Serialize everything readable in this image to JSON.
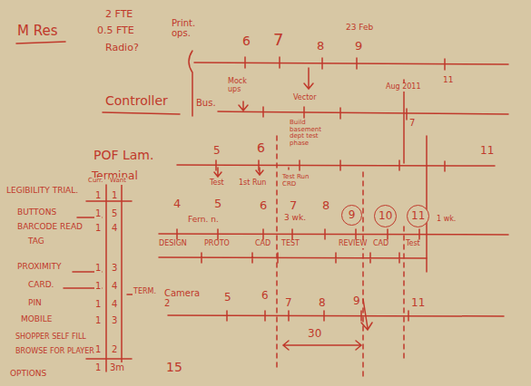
{
  "diagram": {
    "nodes": [
      {
        "text": [
          "9"
        ]
      },
      {
        "text": [
          "10"
        ]
      },
      {
        "text": [
          "11"
        ]
      }
    ],
    "labels": [
      "M Res",
      "2 FTE",
      "0.5 FTE",
      "Radio?",
      "Print. ops.",
      "6",
      "7",
      "8",
      "23 Feb",
      "9",
      "11",
      "Controller",
      "Bus.",
      "Mock ups",
      "Vector",
      "Build basement dept test phase",
      "Aug 2011",
      "7",
      "POF Lam.",
      "5",
      "6",
      "Test",
      "1st Run",
      "Test Run CRD",
      "11",
      "Terminal",
      "LEGIBILITY TRIAL.",
      "Curr.",
      "Want",
      "1",
      "1",
      "BUTTONS",
      "1",
      "5",
      "BARCODE READ",
      "1",
      "4",
      "TAG",
      "PROXIMITY",
      "1",
      "3",
      "CARD.",
      "1",
      "4",
      "PIN",
      "1",
      "4",
      "MOBILE",
      "1",
      "3",
      "SHOPPER SELF FILL",
      "BROWSE FOR PLAYER",
      "1",
      "2",
      "1",
      "3m",
      "OPTIONS",
      "15",
      "TERM.",
      "4",
      "5",
      "6",
      "7",
      "8",
      "Fern. n.",
      "3 wk.",
      "1 wk.",
      "DESIGN",
      "PROTO",
      "CAD",
      "TEST",
      "REVIEW",
      "CAD",
      "Test",
      "Camera 2",
      "5",
      "6",
      "7",
      "8",
      "9",
      "11",
      "30"
    ]
  }
}
